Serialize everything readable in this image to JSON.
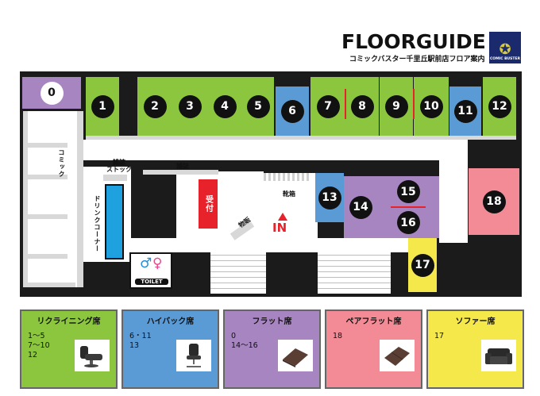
{
  "header": {
    "title": "FLOORGUIDE",
    "subtitle": "コミックバスター千里丘駅前店フロア案内",
    "logo_text": "COMIC BUSTER"
  },
  "booths": {
    "b0": "0",
    "b1": "1",
    "b2": "2",
    "b3": "3",
    "b4": "4",
    "b5": "5",
    "b6": "6",
    "b7": "7",
    "b8": "8",
    "b9": "9",
    "b10": "10",
    "b11": "11",
    "b12": "12",
    "b13": "13",
    "b14": "14",
    "b15": "15",
    "b16": "16",
    "b17": "17",
    "b18": "18"
  },
  "labels": {
    "comic": "コミック",
    "magazine_stock": "雑誌\nストック",
    "magazine": "雑誌",
    "drink_corner": "ドリンクコーナー",
    "reception": "受付",
    "shoe_rack": "靴箱",
    "entrance": "IN",
    "goods": "物販",
    "toilet": "TOILET"
  },
  "legend": [
    {
      "title": "リクライニング席",
      "booths": "1～5\n7～10\n12",
      "color": "#8cc63f",
      "icon": "recliner-chair-icon"
    },
    {
      "title": "ハイバック席",
      "booths": "6・11\n13",
      "color": "#5b9bd5",
      "icon": "office-chair-icon"
    },
    {
      "title": "フラット席",
      "booths": "0\n14～16",
      "color": "#a785c0",
      "icon": "flat-mat-icon"
    },
    {
      "title": "ペアフラット席",
      "booths": "18",
      "color": "#f28b95",
      "icon": "pair-flat-mat-icon"
    },
    {
      "title": "ソファー席",
      "booths": "17",
      "color": "#f5e84a",
      "icon": "sofa-icon"
    }
  ],
  "colors": {
    "recliner": "#8cc63f",
    "highback": "#5b9bd5",
    "flat": "#a785c0",
    "pairflat": "#f28b95",
    "sofa": "#f5e84a",
    "reception": "#e8222a",
    "drink": "#1fa0df"
  }
}
